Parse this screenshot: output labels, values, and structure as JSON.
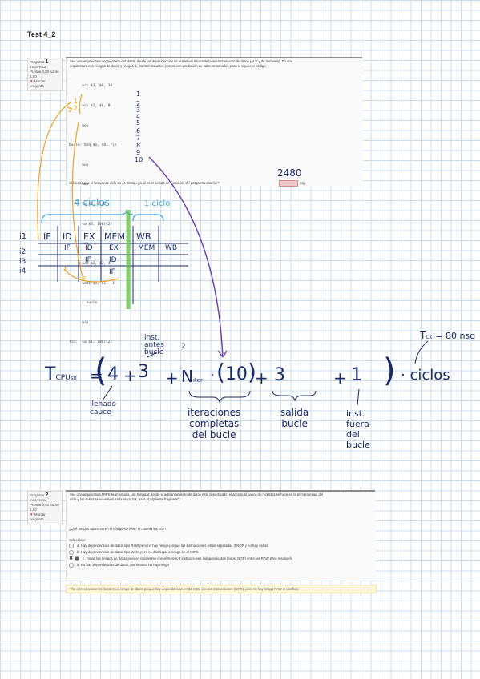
{
  "title": "Test 4_2",
  "q1": {
    "label": "Pregunta",
    "number": "1",
    "status": "Incorrecta",
    "score": "Puntúa 0,00 sobre 1,00",
    "flag": "Marcar pregunta",
    "text_line1": "Sea una arquitectura segmentada del MIPS, donde las dependencias se resuelven mediante la adelantamiento de datos (ALU y de memoria). En una",
    "text_line2": "arquitectura con riesgos de datos y riesgos de control resueltos (cortos con predicción de salto no tomado), para el siguiente código:",
    "code": [
      "      ori $1, $0, 10",
      "      ori $2, $0, 0",
      "      nop",
      "bucle: beq $1, $0, fin",
      "      nop",
      "      nop",
      "      lw $3, 0($2)",
      "      sw $3, 100($2)",
      "      nop",
      "      add $2, $2, 4",
      "      addi $1, $1, -1",
      "      j bucle",
      "      nop",
      "fin:  sw $1, 100($2)"
    ],
    "hand_numbers": [
      "1",
      "2",
      "3",
      "4",
      "5",
      "6",
      "7",
      "8",
      "9",
      "10"
    ],
    "answer_prompt": "Sabiendo que el tiempo de ciclo es de 80nsg, ¿cuál es el tiempo de ejecución del programa anterior?",
    "answer_hand": "2480",
    "answer_unit": "nsg"
  },
  "pipeline": {
    "label_4": "4 ciclos",
    "label_1": "1 ciclo",
    "rows": [
      "i1",
      "i2",
      "i3",
      "i4"
    ],
    "row1": [
      "IF",
      "ID",
      "EX",
      "MEM",
      "WB"
    ],
    "row2": [
      "IF",
      "ID",
      "EX",
      "MEM",
      "WB"
    ],
    "row3": [
      "IF",
      "ID"
    ],
    "row4": [
      "IF"
    ],
    "mark1": "1",
    "mark2": "2"
  },
  "formula": {
    "lhs": "T",
    "lhs_sub": "CPU",
    "lhs_sub2": "so",
    "eq": "=",
    "n4": "4",
    "plus": "+",
    "n3": "3",
    "n_iter": "N",
    "iter_sub": "iter",
    "n10": "10",
    "n3b": "3",
    "n1": "1",
    "ciclos": "· ciclos",
    "tck": "T",
    "tck_sub": "CK",
    "tck_val": "= 80 nsg",
    "ann_inst": "inst.",
    "ann_antes": "antes",
    "ann_bucle": "bucle",
    "ann_2": "2",
    "ann_llenado": "llenado",
    "ann_cauce": "cauce",
    "ann_iter1": "iteraciones",
    "ann_iter2": "completas",
    "ann_iter3": "del bucle",
    "ann_salida1": "salida",
    "ann_salida2": "bucle",
    "ann_fuera1": "inst.",
    "ann_fuera2": "fuera",
    "ann_fuera3": "del",
    "ann_fuera4": "bucle"
  },
  "q2": {
    "label": "Pregunta",
    "number": "2",
    "status": "Incorrecta",
    "score": "Puntúa 0,00 sobre 1,00",
    "flag": "Marcar pregunta",
    "text_line1": "Sea una arquitectura MIPS segmentada con 5 etapas donde el adelantamiento de datos está desactivado, el acceso al banco de registros se hace en la primera mitad del",
    "text_line2": "ciclo y los saltos se resuelven en la etapa EX, para el siguiente fragmento:",
    "question": "¿Qué riesgos aparecen en el código sin tener en cuenta los nop?",
    "select_label": "Seleccione:",
    "options": [
      "a. Hay dependencias de datos tipo RAW pero no hay riesgo porque las instrucciones están separadas 3 NOP y no hay saltos",
      "b. Hay dependencias de datos tipo WAW pero no dan lugar a riesgo en el MIPS",
      "c. Todas las riesgos de datos pueden resolverse con al menos 3 instrucciones independientes (nops, NOP) entre las RAW para resolverlo",
      "d. No hay dependencias de datos, por lo tanto no hay riesgo"
    ],
    "feedback": "The correct answer is: Existen un riesgo de datos porque hay dependencias en $1 entre las dos instrucciones (WAR), pero no hay riesgo RAW ni conflicto"
  }
}
